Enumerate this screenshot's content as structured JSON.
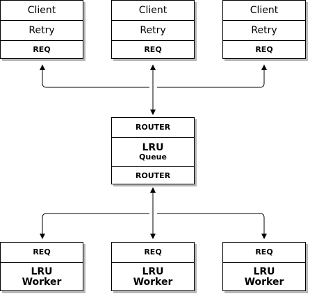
{
  "clients": [
    {
      "title": "Client",
      "middle": "Retry",
      "socket": "REQ"
    },
    {
      "title": "Client",
      "middle": "Retry",
      "socket": "REQ"
    },
    {
      "title": "Client",
      "middle": "Retry",
      "socket": "REQ"
    }
  ],
  "broker": {
    "top_socket": "ROUTER",
    "title_line1": "LRU",
    "title_line2": "Queue",
    "bottom_socket": "ROUTER"
  },
  "workers": [
    {
      "socket": "REQ",
      "title_line1": "LRU",
      "title_line2": "Worker"
    },
    {
      "socket": "REQ",
      "title_line1": "LRU",
      "title_line2": "Worker"
    },
    {
      "socket": "REQ",
      "title_line1": "LRU",
      "title_line2": "Worker"
    }
  ]
}
